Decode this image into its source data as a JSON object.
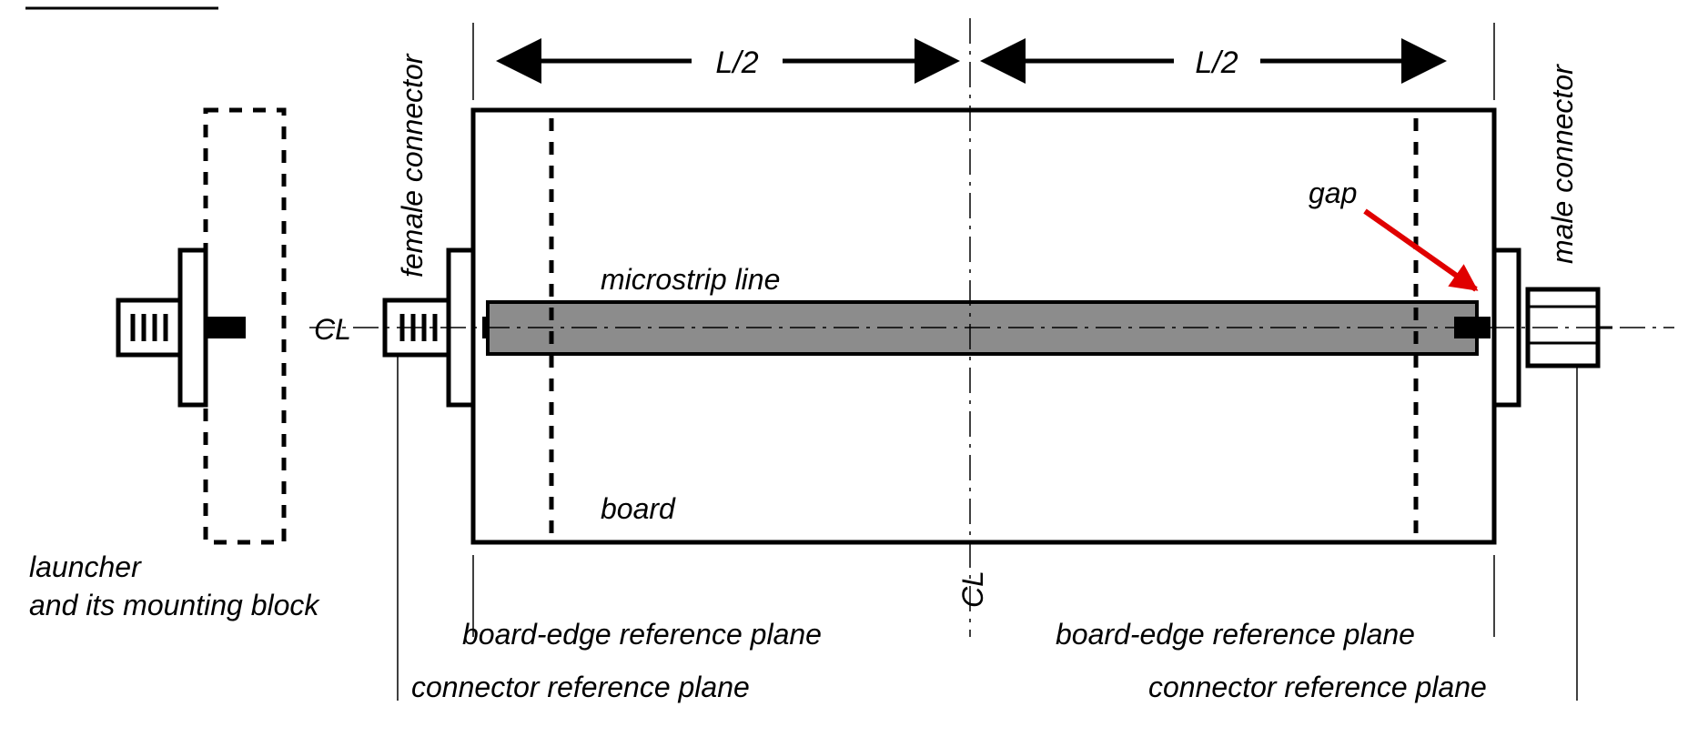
{
  "labels": {
    "half_length_left": "L/2",
    "half_length_right": "L/2",
    "female_connector": "female connector",
    "male_connector": "male connector",
    "gap": "gap",
    "microstrip_line": "microstrip line",
    "board": "board",
    "centerline_horizontal": "CL",
    "centerline_vertical": "CL",
    "launcher_line1": "launcher",
    "launcher_line2": "and its mounting block",
    "board_edge_ref_left": "board-edge reference plane",
    "board_edge_ref_right": "board-edge reference plane",
    "connector_ref_left": "connector reference plane",
    "connector_ref_right": "connector reference plane"
  },
  "colors": {
    "line": "#000000",
    "microstrip_fill": "#8c8c8c",
    "gap_arrow": "#e00000",
    "background": "#ffffff"
  }
}
